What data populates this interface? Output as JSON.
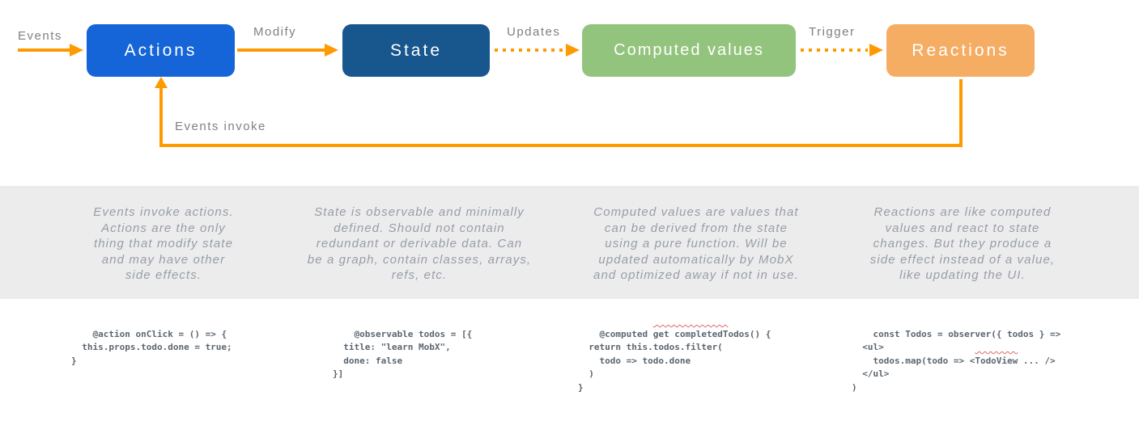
{
  "diagram": {
    "nodes": [
      {
        "label": "Actions",
        "color": "#1565d8"
      },
      {
        "label": "State",
        "color": "#18568e"
      },
      {
        "label": "Computed values",
        "color": "#93c47d"
      },
      {
        "label": "Reactions",
        "color": "#f5ad64"
      }
    ],
    "edge_labels": {
      "events": "Events",
      "modify": "Modify",
      "updates": "Updates",
      "trigger": "Trigger",
      "feedback": "Events invoke"
    },
    "arrow_color": "#ff9900"
  },
  "descriptions": [
    "Events invoke actions.\nActions are the only\nthing that modify state\nand may have other\nside effects.",
    "State is observable and minimally\ndefined. Should not contain\nredundant or derivable data. Can\nbe a graph, contain classes, arrays,\nrefs, etc.",
    "Computed values are values that\ncan be derived from the state\nusing a pure function. Will be\nupdated automatically by MobX\nand optimized away if not in use.",
    "Reactions are like computed\nvalues and react to state\nchanges. But they produce a\nside effect instead of a value,\nlike updating the UI."
  ],
  "code_samples": [
    {
      "code": "@action onClick = () => {\n  this.props.todo.done = true;\n}"
    },
    {
      "code": "@observable todos = [{\n  title: \"learn MobX\",\n  done: false\n}]"
    },
    {
      "code": "@computed get completedTodos() {\n  return this.todos.filter(\n    todo => todo.done\n  )\n}",
      "squiggle_word": "completedTodos"
    },
    {
      "code": "const Todos = observer({ todos } =>\n  <ul>\n    todos.map(todo => <TodoView ... />\n  </ul>\n)",
      "squiggle_word": "TodoView"
    }
  ],
  "colors": {
    "background": "#ffffff",
    "band": "#ececec",
    "edge_label_gray": "#808080",
    "description_gray": "#979da8",
    "code_gray": "#5b6670",
    "squiggle_red": "#e06666"
  }
}
